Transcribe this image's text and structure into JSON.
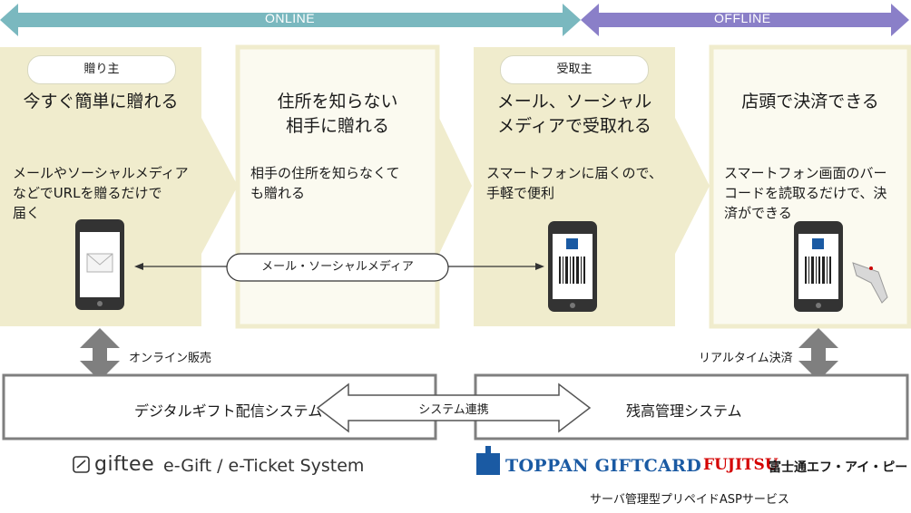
{
  "bands": {
    "online": "ONLINE",
    "offline": "OFFLINE"
  },
  "panels": [
    {
      "pill": "贈り主",
      "title": [
        "今すぐ簡単に贈れる"
      ],
      "desc": [
        "メールやソーシャルメディア",
        "などでURLを贈るだけで",
        "届く"
      ]
    },
    {
      "title": [
        "住所を知らない",
        "相手に贈れる"
      ],
      "desc": [
        "相手の住所を知らなくて",
        "も贈れる"
      ]
    },
    {
      "pill": "受取主",
      "title": [
        "メール、ソーシャル",
        "メディアで受取れる"
      ],
      "desc": [
        "スマートフォンに届くので、",
        "手軽で便利"
      ]
    },
    {
      "title": [
        "店頭で決済できる"
      ],
      "desc": [
        "スマートフォン画面のバー",
        "コードを読取るだけで、決",
        "済ができる"
      ]
    }
  ],
  "connector_label": "メール・ソーシャルメディア",
  "labels": {
    "online_sales": "オンライン販売",
    "realtime_payment": "リアルタイム決済",
    "system_link": "システム連携"
  },
  "systems": {
    "left": "デジタルギフト配信システム",
    "right": "残高管理システム"
  },
  "logos": {
    "giftee": "giftee",
    "giftee_sub": "e-Gift / e-Ticket System",
    "toppan": "TOPPAN GIFTCARD",
    "fujitsu": "FUJITSU",
    "fujitsu_sub": "富士通エフ・アイ・ピー",
    "service": "サーバ管理型プリペイドASPサービス"
  },
  "colors": {
    "online": "#7ab8bf",
    "offline": "#8a7fc8",
    "panel_dark": "#f0eccd",
    "panel_light": "#fbfaf0",
    "toppan": "#1a5aa3",
    "fujitsu": "#d40000"
  }
}
